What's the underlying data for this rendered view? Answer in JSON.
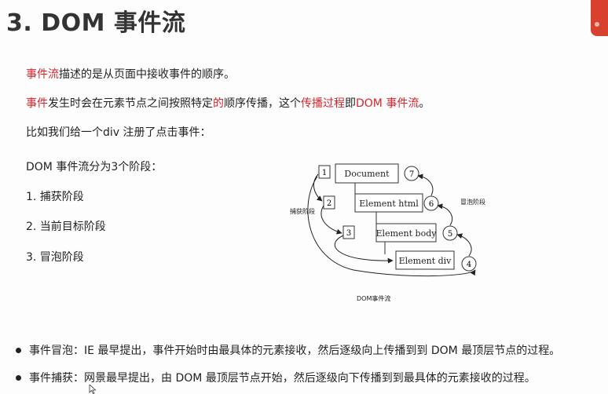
{
  "title": "3. DOM 事件流",
  "paragraphs": {
    "p1": {
      "red": "事件流",
      "rest": "描述的是从页面中接收事件的顺序。"
    },
    "p2": {
      "red1": "事件",
      "mid1": "发生时会在元素节点之间按照特定",
      "red2": "的",
      "mid2": "顺序传播，这个",
      "red3": "传播过程",
      "mid3": "即",
      "red4": "DOM 事件流",
      "end": "。"
    },
    "p3": "比如我们给一个div 注册了点击事件：",
    "p4": "DOM 事件流分为3个阶段：",
    "phases": [
      "1. 捕获阶段",
      "2. 当前目标阶段",
      "3. 冒泡阶段"
    ]
  },
  "diagram": {
    "nodes": [
      "Document",
      "Element html",
      "Element body",
      "Element div"
    ],
    "capture_steps": [
      "1",
      "2",
      "3"
    ],
    "bubble_steps": [
      "7",
      "6",
      "5",
      "4"
    ],
    "capture_label": "捕获阶段",
    "bubble_label": "冒泡阶段",
    "caption": "DOM事件流"
  },
  "bullets": [
    "事件冒泡：IE 最早提出，事件开始时由最具体的元素接收，然后逐级向上传播到到 DOM 最顶层节点的过程。",
    "事件捕获：网景最早提出，由 DOM 最顶层节点开始，然后逐级向下传播到到最具体的元素接收的过程。"
  ],
  "colors": {
    "accent_red": "#d9242b",
    "badge": "#d9412f"
  }
}
